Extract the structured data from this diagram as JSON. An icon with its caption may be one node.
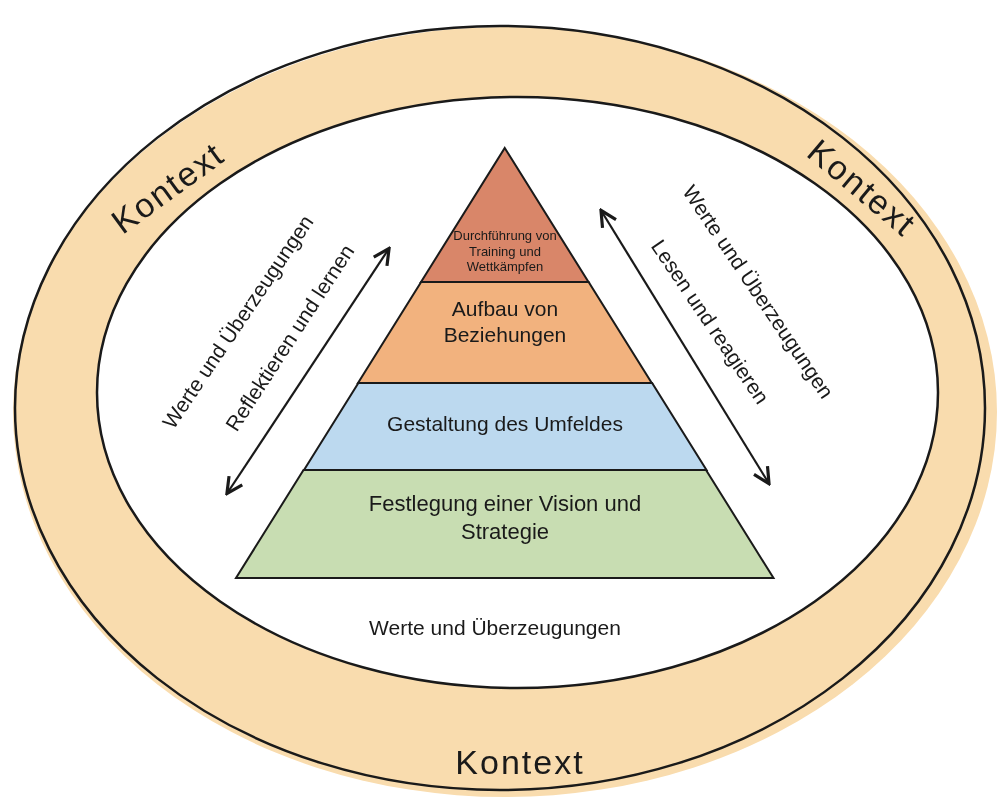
{
  "diagram": {
    "nodes": [
      {
        "text": [
          "Kontext",
          "Kontext",
          "Kontext"
        ]
      },
      {
        "text": [
          "Werte und Überzeugungen",
          "Reflektieren und lernen",
          "Werte und Überzeugungen",
          "Lesen und reagieren",
          "Werte und Überzeugungen"
        ],
        "in": 0
      },
      {
        "text": [
          "Durchführung von Training und Wettkämpfen"
        ],
        "in": 1
      },
      {
        "text": [
          "Aufbau von Beziehungen"
        ],
        "in": 1
      },
      {
        "text": [
          "Gestaltung des Umfeldes"
        ],
        "in": 1
      },
      {
        "text": [
          "Festlegung einer Vision und Strategie"
        ],
        "in": 1
      }
    ]
  }
}
